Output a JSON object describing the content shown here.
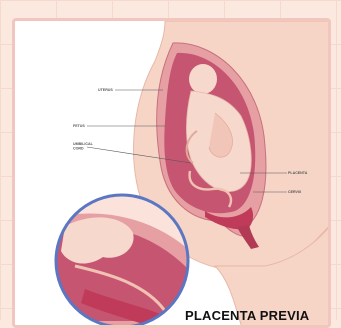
{
  "diagram": {
    "title": "PLACENTA PREVIA",
    "labels": {
      "uterus": "UTERUS",
      "fetus": "FETUS",
      "umbilical_line1": "UMBILICAL",
      "umbilical_line2": "CORD",
      "placenta": "PLACENTA",
      "cervix": "CERVIX"
    }
  },
  "colors": {
    "page_bg": "#fbe9e0",
    "card_border": "#f1c6bf",
    "skin": "#f6d5c6",
    "uterus_wall": "#e6a0a3",
    "uterus_dark": "#b23a55",
    "amniotic": "#c65572",
    "fetus": "#f7d8cd",
    "placenta": "#c03a5a",
    "magnifier_ring": "#5b76c2"
  }
}
